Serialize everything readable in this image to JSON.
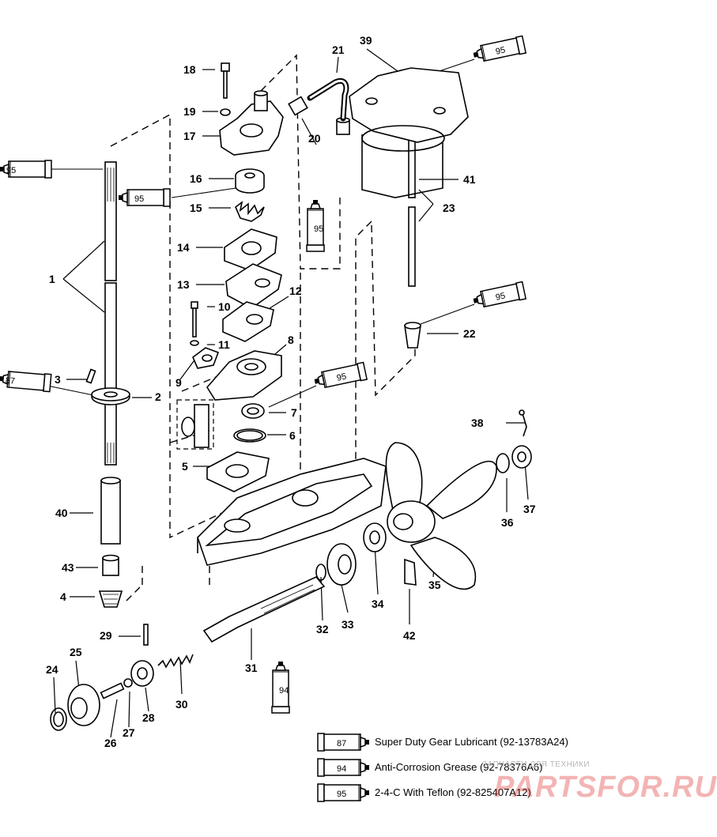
{
  "callouts": [
    {
      "id": "c1",
      "text": "1"
    },
    {
      "id": "c2",
      "text": "2"
    },
    {
      "id": "c3",
      "text": "3"
    },
    {
      "id": "c4",
      "text": "4"
    },
    {
      "id": "c5",
      "text": "5"
    },
    {
      "id": "c6",
      "text": "6"
    },
    {
      "id": "c7",
      "text": "7"
    },
    {
      "id": "c8",
      "text": "8"
    },
    {
      "id": "c9",
      "text": "9"
    },
    {
      "id": "c10",
      "text": "10"
    },
    {
      "id": "c11",
      "text": "11"
    },
    {
      "id": "c12",
      "text": "12"
    },
    {
      "id": "c13",
      "text": "13"
    },
    {
      "id": "c14",
      "text": "14"
    },
    {
      "id": "c15",
      "text": "15"
    },
    {
      "id": "c16",
      "text": "16"
    },
    {
      "id": "c17",
      "text": "17"
    },
    {
      "id": "c18",
      "text": "18"
    },
    {
      "id": "c19",
      "text": "19"
    },
    {
      "id": "c20",
      "text": "20"
    },
    {
      "id": "c21",
      "text": "21"
    },
    {
      "id": "c22",
      "text": "22"
    },
    {
      "id": "c23",
      "text": "23"
    },
    {
      "id": "c24",
      "text": "24"
    },
    {
      "id": "c25",
      "text": "25"
    },
    {
      "id": "c26",
      "text": "26"
    },
    {
      "id": "c27",
      "text": "27"
    },
    {
      "id": "c28",
      "text": "28"
    },
    {
      "id": "c29",
      "text": "29"
    },
    {
      "id": "c30",
      "text": "30"
    },
    {
      "id": "c31",
      "text": "31"
    },
    {
      "id": "c32",
      "text": "32"
    },
    {
      "id": "c33",
      "text": "33"
    },
    {
      "id": "c34",
      "text": "34"
    },
    {
      "id": "c35",
      "text": "35"
    },
    {
      "id": "c36",
      "text": "36"
    },
    {
      "id": "c37",
      "text": "37"
    },
    {
      "id": "c38",
      "text": "38"
    },
    {
      "id": "c39",
      "text": "39"
    },
    {
      "id": "c40",
      "text": "40"
    },
    {
      "id": "c41",
      "text": "41"
    },
    {
      "id": "c42",
      "text": "42"
    },
    {
      "id": "c43",
      "text": "43"
    }
  ],
  "tubes": [
    {
      "id": "t95a",
      "code": "95"
    },
    {
      "id": "t95b",
      "code": "95"
    },
    {
      "id": "t95c",
      "code": "95"
    },
    {
      "id": "t95d",
      "code": "95"
    },
    {
      "id": "t95e",
      "code": "95"
    },
    {
      "id": "t95f",
      "code": "95"
    },
    {
      "id": "t87a",
      "code": "87"
    },
    {
      "id": "t94a",
      "code": "94"
    }
  ],
  "legend": [
    {
      "code": "87",
      "text": "Super Duty Gear Lubricant (92-13783A24)"
    },
    {
      "code": "94",
      "text": "Anti-Corrosion Grease (92-78376A6)"
    },
    {
      "code": "95",
      "text": "2-4-C  With Teflon (92-825407A12)"
    }
  ],
  "watermark": {
    "caption": "ЗАПЧАСТИ ДЛЯ ТЕХНИКИ",
    "logo": "PARTSFOR.RU"
  }
}
